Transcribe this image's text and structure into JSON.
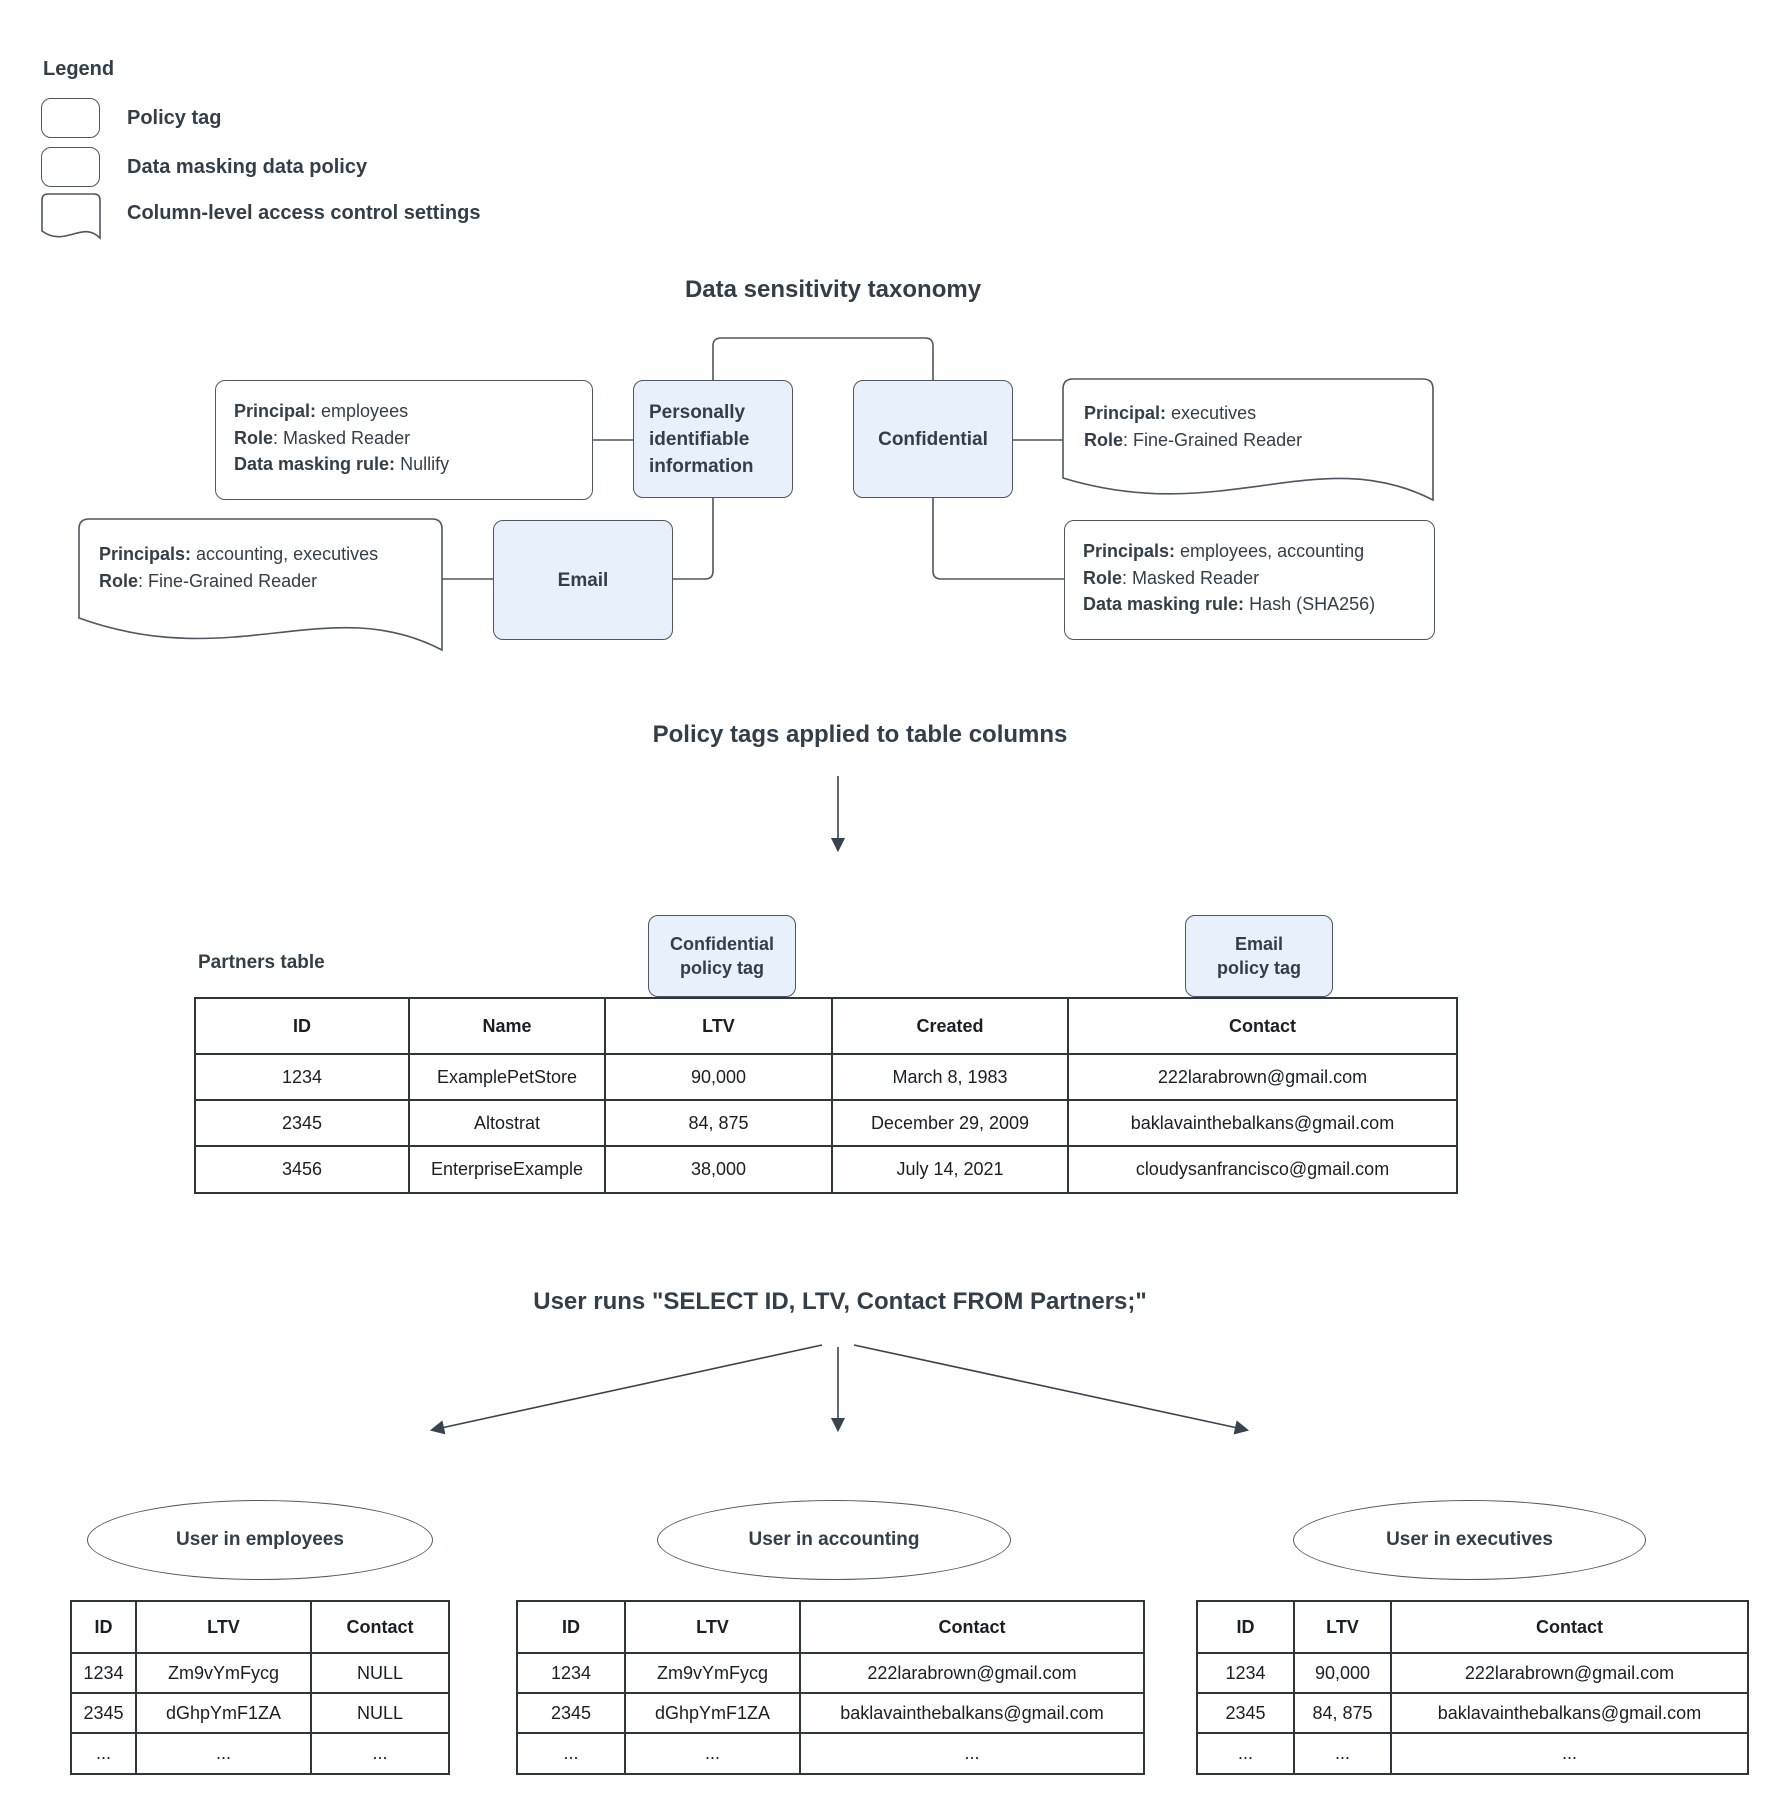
{
  "legend": {
    "title": "Legend",
    "items": [
      {
        "label": "Policy tag"
      },
      {
        "label": "Data masking data policy"
      },
      {
        "label": "Column-level access control settings"
      }
    ]
  },
  "taxonomy": {
    "title": "Data sensitivity taxonomy",
    "nodes": {
      "pii": "Personally identifiable information",
      "confidential": "Confidential",
      "email": "Email"
    },
    "employees_masking_policy": {
      "lines": [
        {
          "b": "Principal:",
          "t": " employees"
        },
        {
          "b": "Role",
          "t": ": Masked Reader"
        },
        {
          "b": "Data masking rule:",
          "t": " Nullify"
        }
      ]
    },
    "executives_access_settings": {
      "lines": [
        {
          "b": "Principal:",
          "t": " executives"
        },
        {
          "b": "Role",
          "t": ": Fine-Grained Reader"
        }
      ]
    },
    "accounting_access_settings": {
      "lines": [
        {
          "b": "Principals:",
          "t": " accounting, executives"
        },
        {
          "b": "Role",
          "t": ": Fine-Grained Reader"
        }
      ]
    },
    "hash_masking_policy": {
      "lines": [
        {
          "b": "Principals:",
          "t": " employees, accounting"
        },
        {
          "b": "Role",
          "t": ": Masked Reader"
        },
        {
          "b": "Data masking rule:",
          "t": " Hash (SHA256)"
        }
      ]
    }
  },
  "applied_section": {
    "title": "Policy tags applied to table columns",
    "table_label": "Partners table",
    "confidential_tag": {
      "line1": "Confidential",
      "line2": "policy tag"
    },
    "email_tag": {
      "line1": "Email",
      "line2": "policy tag"
    },
    "partners_table": {
      "headers": [
        "ID",
        "Name",
        "LTV",
        "Created",
        "Contact"
      ],
      "rows": [
        [
          "1234",
          "ExamplePetStore",
          "90,000",
          "March 8, 1983",
          "222larabrown@gmail.com"
        ],
        [
          "2345",
          "Altostrat",
          "84, 875",
          "December 29, 2009",
          "baklavainthebalkans@gmail.com"
        ],
        [
          "3456",
          "EnterpriseExample",
          "38,000",
          "July 14, 2021",
          "cloudysanfrancisco@gmail.com"
        ]
      ]
    }
  },
  "query_section": {
    "title": "User runs \"SELECT ID, LTV, Contact FROM Partners;\""
  },
  "results": [
    {
      "group_label": "User in employees",
      "headers": [
        "ID",
        "LTV",
        "Contact"
      ],
      "rows": [
        [
          "1234",
          "Zm9vYmFycg",
          "NULL"
        ],
        [
          "2345",
          "dGhpYmF1ZA",
          "NULL"
        ],
        [
          "...",
          "...",
          "..."
        ]
      ]
    },
    {
      "group_label": "User in accounting",
      "headers": [
        "ID",
        "LTV",
        "Contact"
      ],
      "rows": [
        [
          "1234",
          "Zm9vYmFycg",
          "222larabrown@gmail.com"
        ],
        [
          "2345",
          "dGhpYmF1ZA",
          "baklavainthebalkans@gmail.com"
        ],
        [
          "...",
          "...",
          "..."
        ]
      ]
    },
    {
      "group_label": "User in executives",
      "headers": [
        "ID",
        "LTV",
        "Contact"
      ],
      "rows": [
        [
          "1234",
          "90,000",
          "222larabrown@gmail.com"
        ],
        [
          "2345",
          "84, 875",
          "baklavainthebalkans@gmail.com"
        ],
        [
          "...",
          "...",
          "..."
        ]
      ]
    }
  ],
  "colors": {
    "policy_tag_fill": "#e8f1fb",
    "shape_stroke": "#4d5661",
    "text": "#333e48"
  }
}
